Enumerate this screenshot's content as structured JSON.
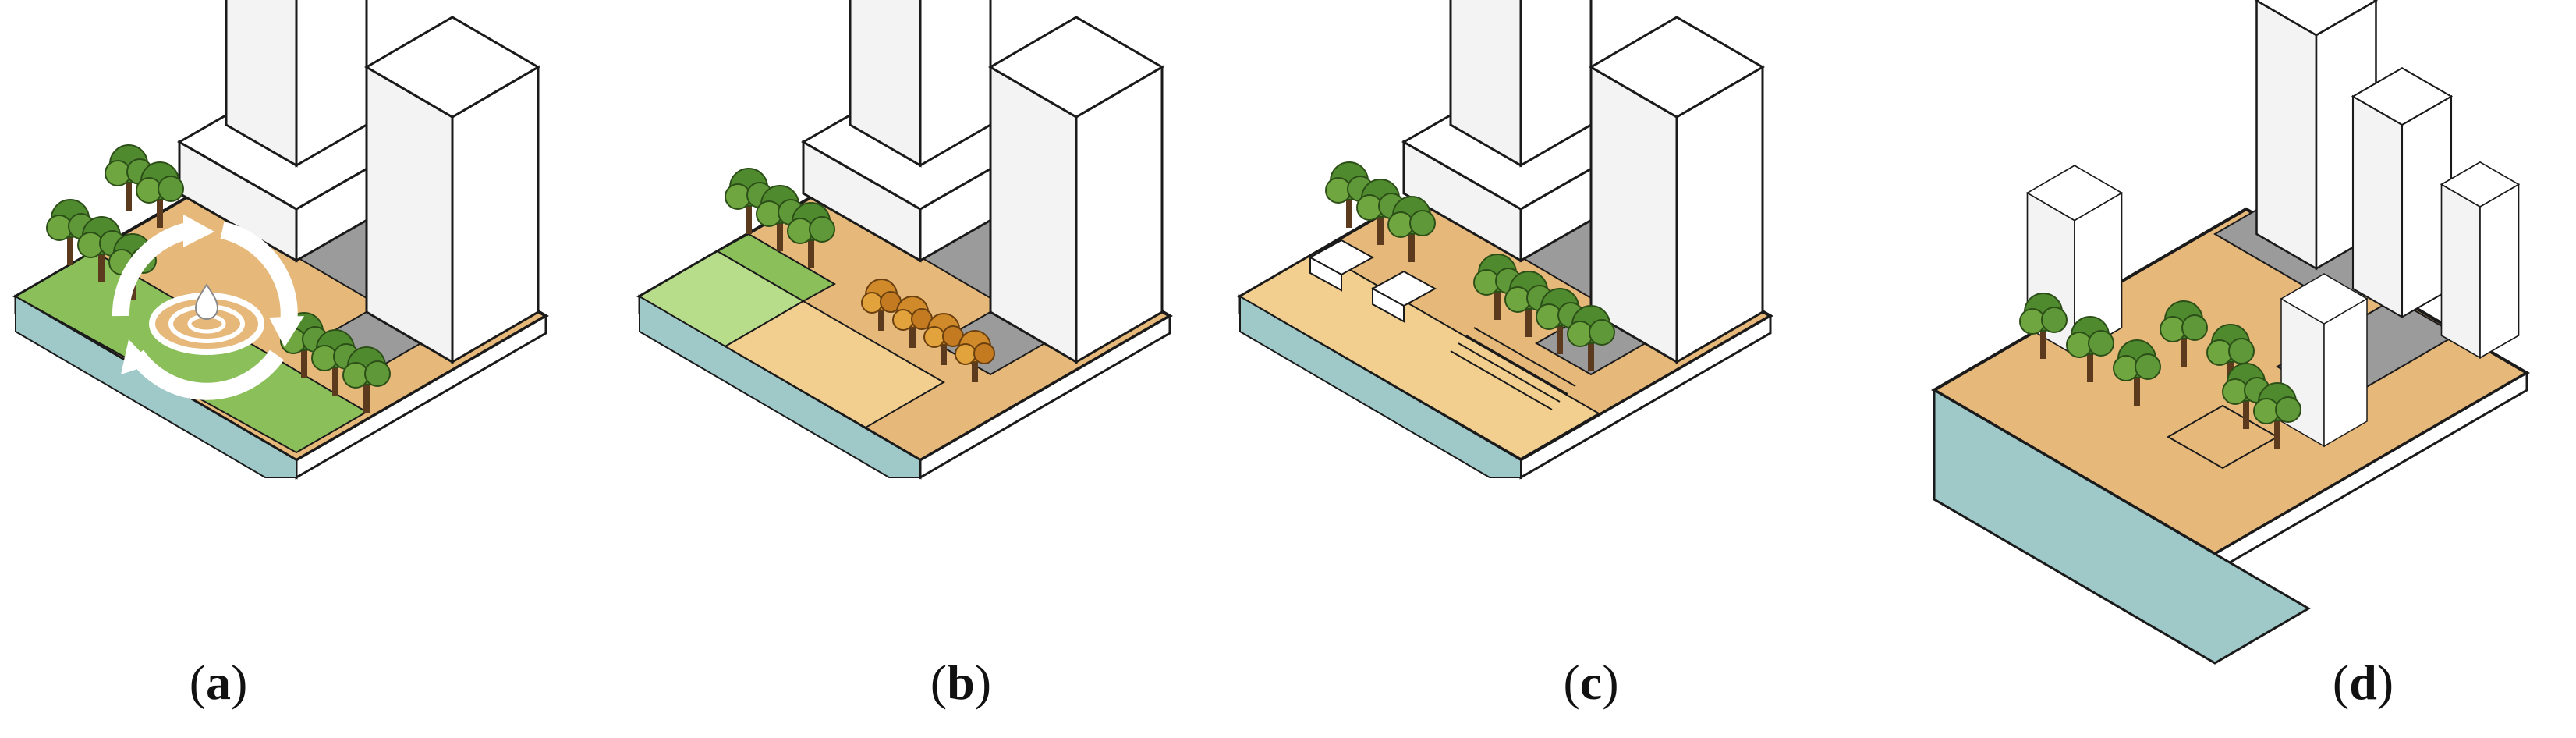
{
  "figure": {
    "panels": [
      {
        "letter": "a"
      },
      {
        "letter": "b"
      },
      {
        "letter": "c"
      },
      {
        "letter": "d"
      }
    ]
  },
  "colors": {
    "water": "#9fc9c9",
    "sand": "#e6b87a",
    "sand_light": "#f2cf8f",
    "grass": "#8bbf5a",
    "grass_light": "#b7dc8a",
    "road": "#9b9b9b",
    "tree_dark": "#4f8a2e",
    "tree_mid": "#6fa640",
    "tree_autumn": "#d08a2a",
    "building": "#ffffff",
    "outline": "#1a1a1a"
  },
  "icons": [
    "recycle-water-icon"
  ]
}
